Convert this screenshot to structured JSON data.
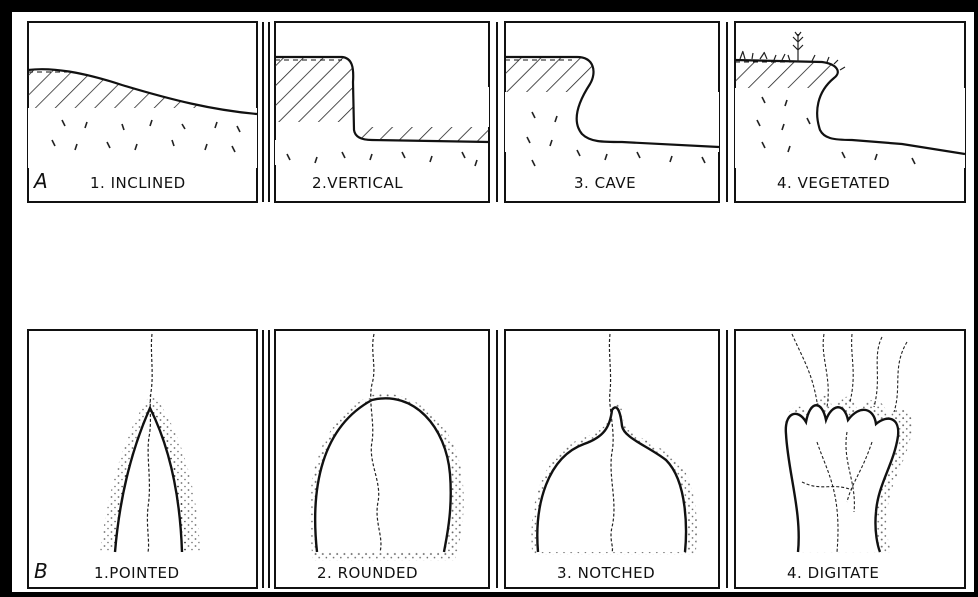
{
  "row_a": {
    "letter": "A",
    "panels": [
      {
        "label": "1. INCLINED"
      },
      {
        "label": "2.VERTICAL"
      },
      {
        "label": "3. CAVE"
      },
      {
        "label": "4. VEGETATED"
      }
    ]
  },
  "row_b": {
    "letter": "B",
    "panels": [
      {
        "label": "1.POINTED"
      },
      {
        "label": "2. ROUNDED"
      },
      {
        "label": "3. NOTCHED"
      },
      {
        "label": "4. DIGITATE"
      }
    ]
  }
}
